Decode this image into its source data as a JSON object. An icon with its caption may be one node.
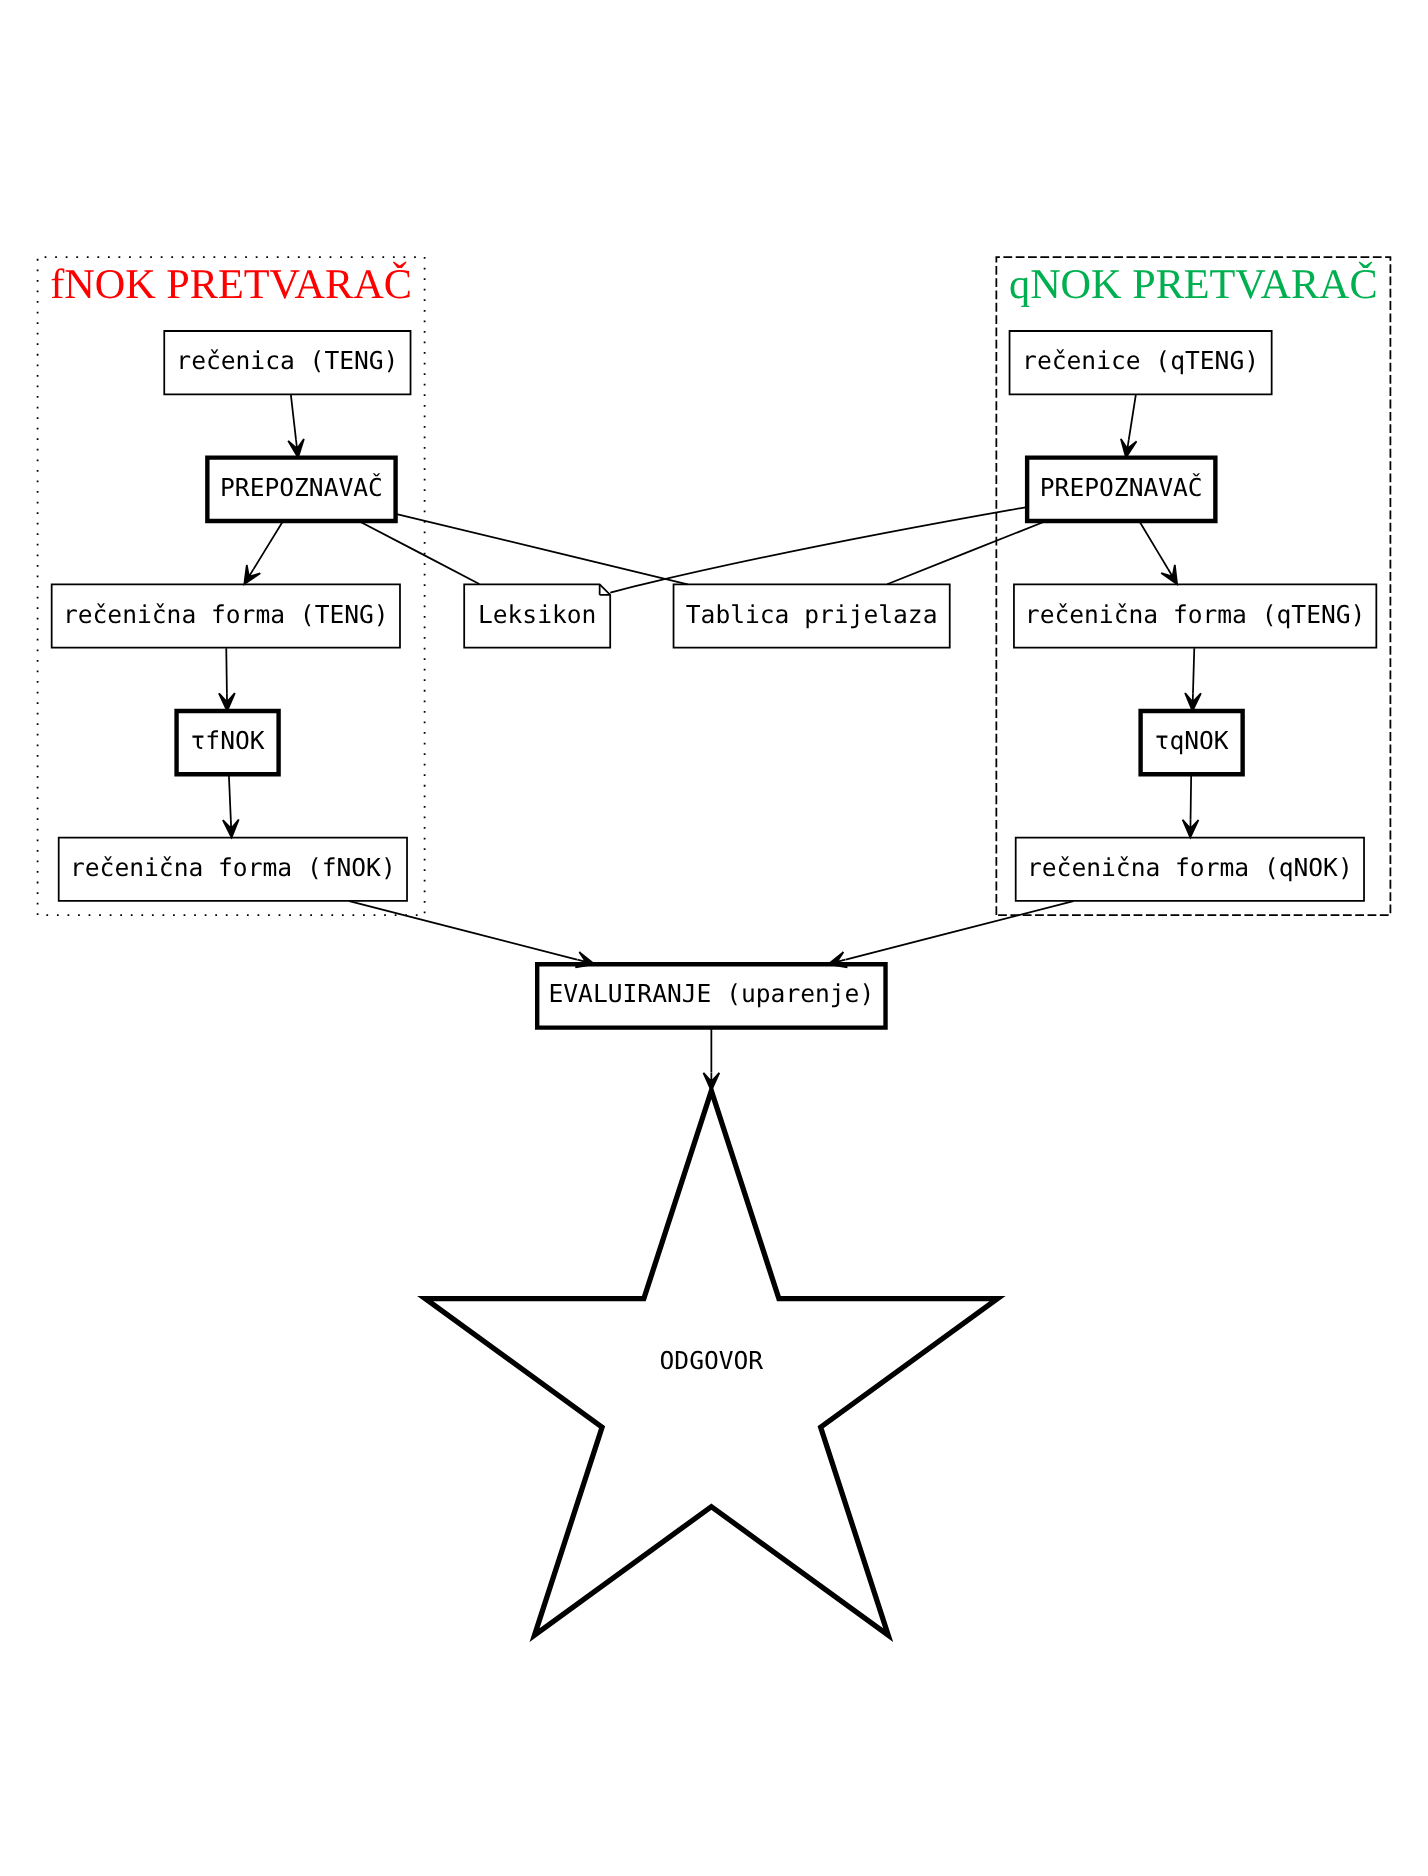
{
  "diagram": {
    "nodes": [
      {
        "text": [
          "fNOK PRETVARAČ"
        ]
      },
      {
        "text": [
          "rečenica (TENG)"
        ],
        "in": 0
      },
      {
        "text": [
          "PREPOZNAVAČ"
        ],
        "in": 0
      },
      {
        "text": [
          "rečenična forma (TENG)"
        ],
        "in": 0
      },
      {
        "text": [
          "τfNOK"
        ],
        "in": 0
      },
      {
        "text": [
          "rečenična forma (fNOK)"
        ],
        "in": 0
      },
      {
        "text": [
          "qNOK PRETVARAČ"
        ]
      },
      {
        "text": [
          "Leksikon"
        ]
      },
      {
        "text": [
          "Tablica prijelaza"
        ]
      },
      {
        "text": [
          "EVALUIRANJE (uparenje)"
        ]
      },
      {
        "text": [
          "ODGOVOR"
        ]
      },
      {
        "text": [
          "rečenična forma (qNOK)"
        ],
        "in": 6
      },
      {
        "text": [
          "PREPOZNAVAČ"
        ],
        "in": 6
      },
      {
        "text": [
          "rečenična forma (qTENG)"
        ],
        "in": 6
      },
      {
        "text": [
          "τqNOK"
        ],
        "in": 6
      },
      {
        "text": [
          "rečenice (qTENG)"
        ],
        "in": 6
      }
    ],
    "edges": [
      {
        "from": 1,
        "to": 2,
        "arrow": "to"
      },
      {
        "from": 2,
        "to": 3,
        "arrow": "to"
      },
      {
        "from": 3,
        "to": 4,
        "arrow": "to"
      },
      {
        "from": 4,
        "to": 5,
        "arrow": "to"
      },
      {
        "from": 5,
        "to": 9,
        "arrow": "to"
      },
      {
        "from": 2,
        "to": 7,
        "arrow": "none"
      },
      {
        "from": 2,
        "to": 8,
        "arrow": "none"
      },
      {
        "from": 12,
        "to": 7,
        "arrow": "none"
      },
      {
        "from": 12,
        "to": 8,
        "arrow": "none"
      },
      {
        "from": 15,
        "to": 12,
        "arrow": "to"
      },
      {
        "from": 12,
        "to": 13,
        "arrow": "to"
      },
      {
        "from": 13,
        "to": 14,
        "arrow": "to"
      },
      {
        "from": 14,
        "to": 11,
        "arrow": "to"
      },
      {
        "from": 11,
        "to": 9,
        "arrow": "to"
      },
      {
        "from": 9,
        "to": 10,
        "arrow": "to"
      }
    ]
  }
}
